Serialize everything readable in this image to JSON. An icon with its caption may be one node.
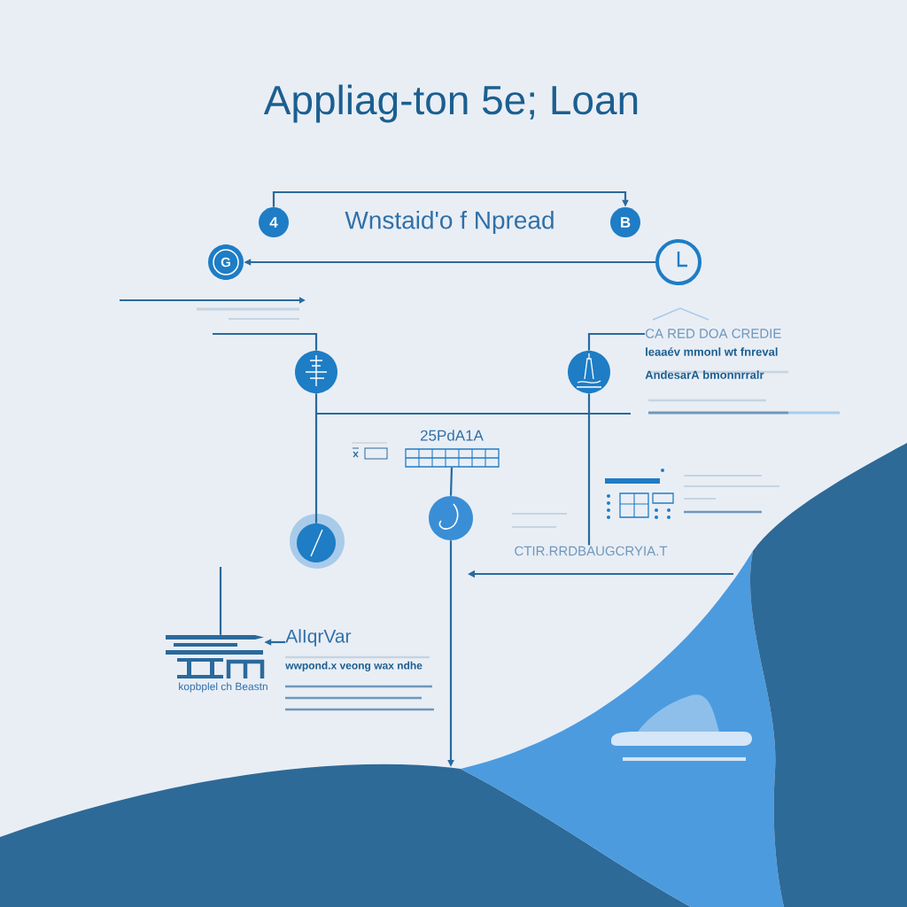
{
  "diagram": {
    "title": "Appliag-ton 5e; Loan",
    "nodes": [
      {
        "text": [
          "4"
        ]
      },
      {
        "text": [
          "B"
        ]
      },
      {
        "text": [
          "G"
        ]
      },
      {
        "text": [],
        "shape": "circle"
      },
      {
        "text": [],
        "shape": "circle"
      },
      {
        "text": [],
        "shape": "circle"
      },
      {
        "text": [
          "CA RED DOA CREDIE",
          "leaaév mmonl wt fnreval",
          "AndesarA bmonnrralr"
        ]
      },
      {
        "text": [
          "25PdA1A"
        ]
      },
      {
        "text": [],
        "shape": "circle"
      },
      {
        "text": [],
        "shape": "circle"
      },
      {
        "text": [
          "CTIR.RRDBAUGCRYIA.T"
        ]
      },
      {
        "text": [],
        "shape": "picture",
        "beside": [
          "kopbplel ch Beastn"
        ]
      },
      {
        "text": [
          "AlIqrVar",
          "wwpond.x veong wax ndhe"
        ]
      }
    ],
    "edges": [
      {
        "from": 0,
        "to": 1,
        "arrow": "to"
      },
      {
        "from": 3,
        "to": 2,
        "arrow": "to"
      },
      {
        "from": 4,
        "to": 9,
        "arrow": "none"
      },
      {
        "from": 5,
        "to": 6,
        "arrow": "none"
      },
      {
        "from": 5,
        "to": 10,
        "arrow": "none"
      },
      {
        "from": 7,
        "to": 8,
        "arrow": "none"
      },
      {
        "from": 8,
        "to": null,
        "arrow": "to"
      },
      {
        "from": 12,
        "to": 11,
        "arrow": "to"
      },
      {
        "from": null,
        "to": 11,
        "arrow": "none"
      },
      {
        "from": null,
        "to": 4,
        "arrow": "none"
      }
    ],
    "labels": [
      "Wnstaid'o f Npread"
    ]
  }
}
